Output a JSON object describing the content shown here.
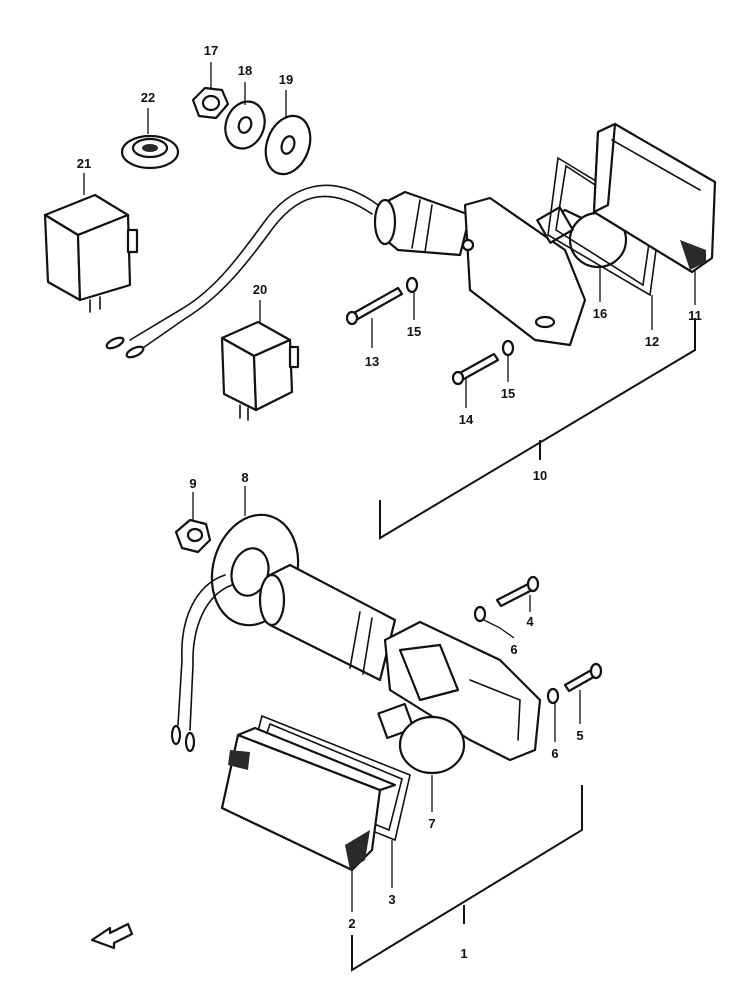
{
  "callouts": {
    "c1": "1",
    "c2": "2",
    "c3": "3",
    "c4": "4",
    "c5": "5",
    "c6a": "6",
    "c6b": "6",
    "c7": "7",
    "c8": "8",
    "c9": "9",
    "c10": "10",
    "c11": "11",
    "c12": "12",
    "c13": "13",
    "c14": "14",
    "c15a": "15",
    "c15b": "15",
    "c16": "16",
    "c17": "17",
    "c18": "18",
    "c19": "19",
    "c20": "20",
    "c21": "21",
    "c22": "22"
  },
  "icons": {
    "direction_arrow": "front-arrow-icon"
  },
  "colors": {
    "ink": "#111111",
    "paper": "#ffffff"
  }
}
